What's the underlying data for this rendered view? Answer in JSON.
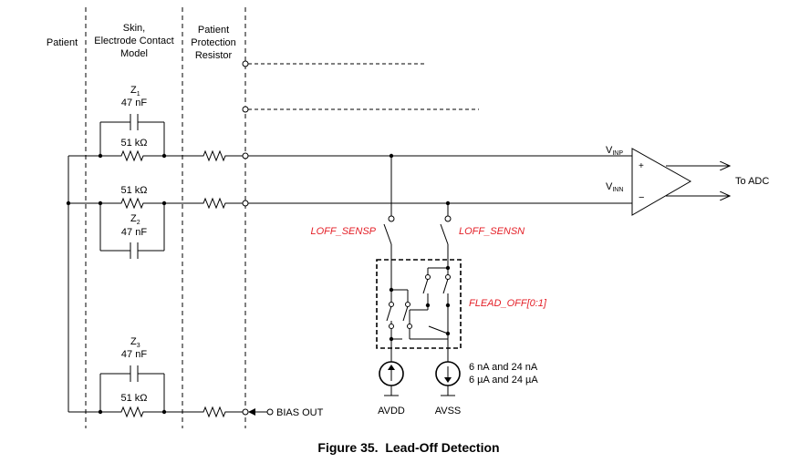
{
  "columns": {
    "patient": "Patient",
    "skin_line1": "Skin,",
    "skin_line2": "Electrode Contact",
    "skin_line3": "Model",
    "prot_line1": "Patient",
    "prot_line2": "Protection",
    "prot_line3": "Resistor"
  },
  "components": {
    "z1": "Z",
    "z1_sub": "1",
    "z2": "Z",
    "z2_sub": "2",
    "z3": "Z",
    "z3_sub": "3",
    "cap_value": "47 nF",
    "res_value": "51 kΩ"
  },
  "signals": {
    "vinp": "V",
    "vinp_sub": "INP",
    "vinn": "V",
    "vinn_sub": "INN",
    "plus": "+",
    "minus": "−",
    "to_adc": "To ADC",
    "bias_out": "BIAS OUT",
    "loff_sensp": "LOFF_SENSP",
    "loff_sensn": "LOFF_SENSN",
    "flead_off": "FLEAD_OFF[0:1]",
    "current_line1": "6 nA and 24 nA",
    "current_line2": "6 µA and 24 µA",
    "avdd": "AVDD",
    "avss": "AVSS"
  },
  "caption": "Figure 35.  Lead-Off Detection"
}
